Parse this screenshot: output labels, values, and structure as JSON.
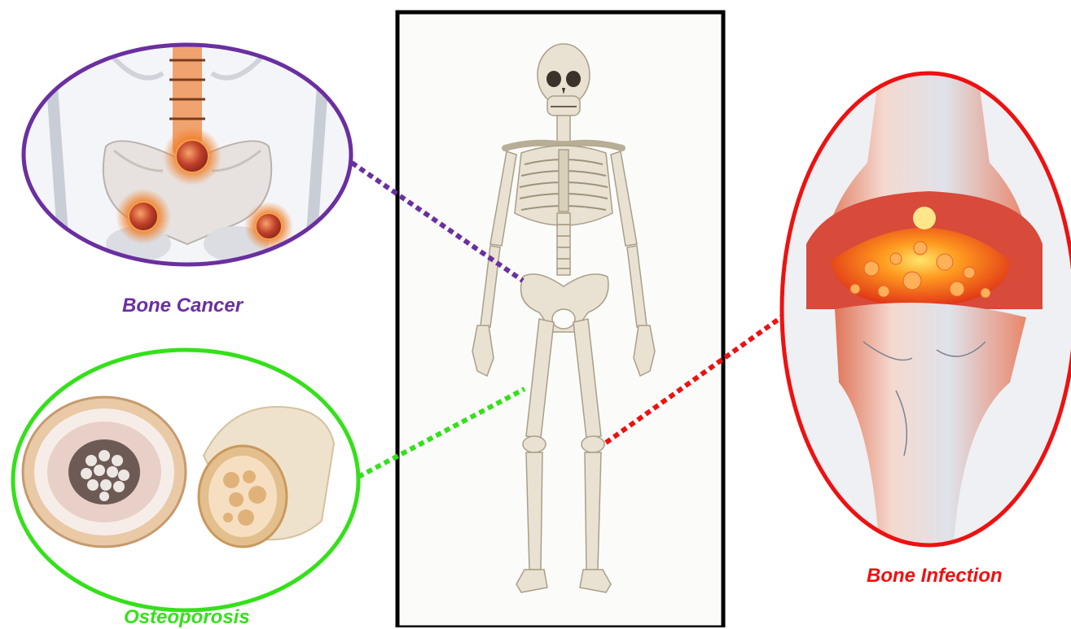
{
  "labels": {
    "bone_cancer": "Bone Cancer",
    "osteoporosis": "Osteoporosis",
    "bone_infection": "Bone Infection"
  },
  "colors": {
    "bone_cancer": "#6a2fa0",
    "osteoporosis": "#35e01b",
    "bone_infection": "#ee1111",
    "frame": "#000000",
    "bone": "#e9e2d2",
    "bone_shade": "#c9bfa9"
  },
  "icons": {
    "skeleton": "human-skeleton-icon",
    "cancer_closeup": "pelvis-tumor-icon",
    "osteoporosis_closeup": "porous-bone-cross-section-icon",
    "infection_closeup": "infected-knee-joint-icon"
  }
}
